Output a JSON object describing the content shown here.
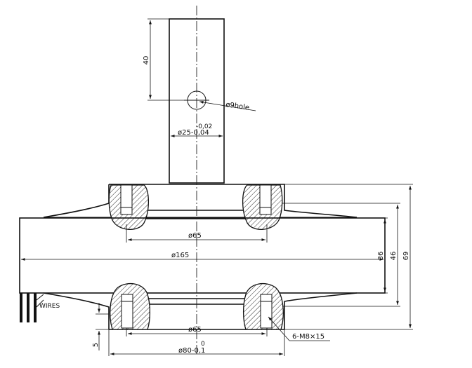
{
  "drawing": {
    "dimensions": {
      "shaft_length": "40",
      "hole_label": "ø9hole",
      "shaft_tolerance_upper": "-0,02",
      "shaft_diameter": "ø25-0,04",
      "recess_top": "ø65",
      "outer_diameter": "ø165",
      "recess_bottom": "ø65",
      "base_tolerance_upper": "0",
      "base_diameter": "ø80-0,1",
      "height_inner": "36",
      "height_mid": "46",
      "height_overall": "69",
      "base_offset": "5",
      "screws": "6-M8×15",
      "wires_label": "WIRES"
    }
  }
}
